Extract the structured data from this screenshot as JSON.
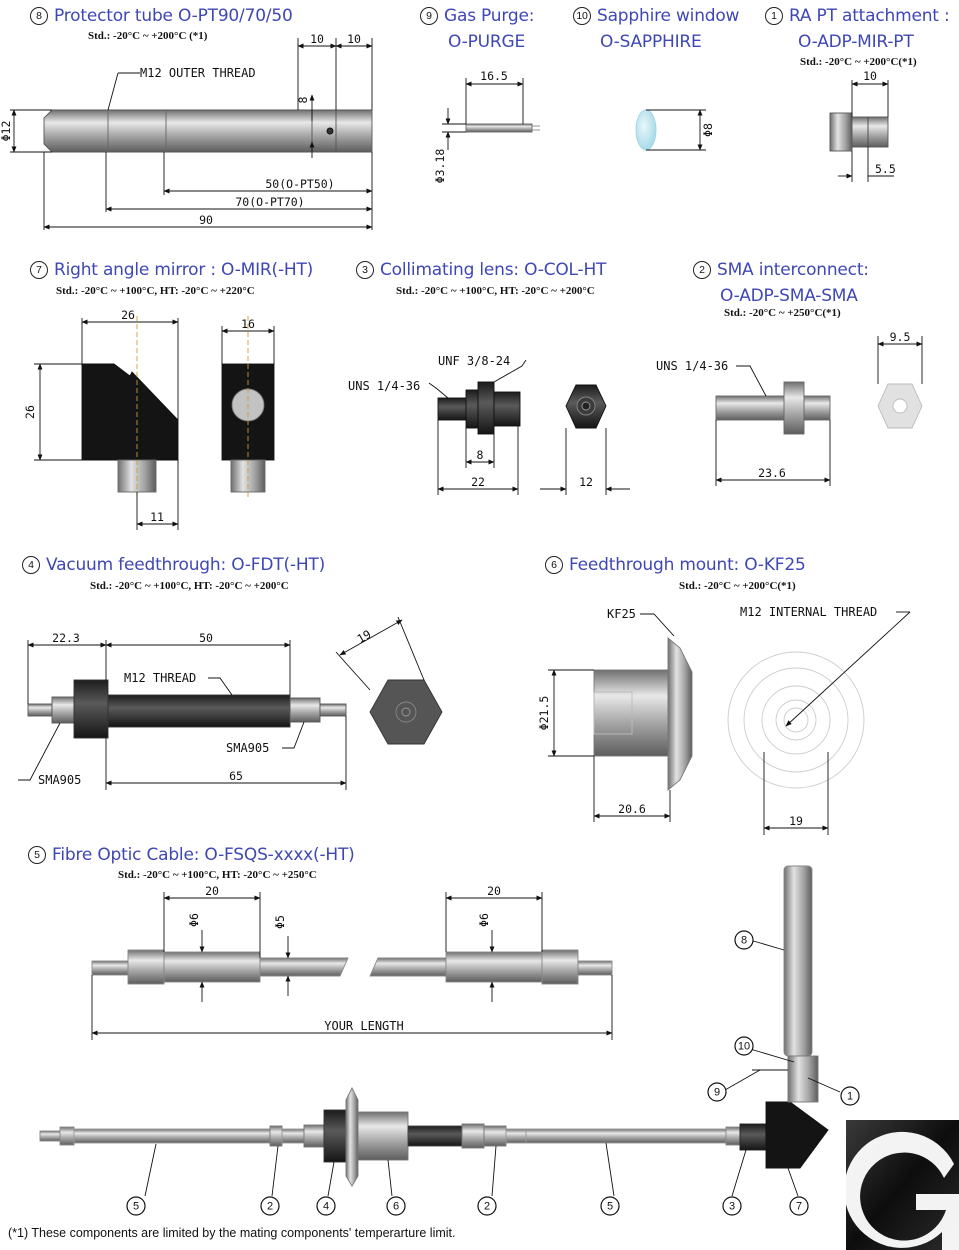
{
  "components": {
    "protector_tube": {
      "num": "8",
      "title": "Protector tube  O-PT90/70/50",
      "spec": "Std.: -20°C ~ +200°C (*1)",
      "dims": {
        "d12": "Φ12",
        "t1": "10",
        "t2": "10",
        "eight": "8",
        "l50": "50(O-PT50)",
        "l70": "70(O-PT70)",
        "l90": "90"
      },
      "label": "M12 OUTER THREAD"
    },
    "gas_purge": {
      "num": "9",
      "title": "Gas Purge:",
      "title2": "O-PURGE",
      "dims": {
        "len": "16.5",
        "d": "Φ3.18"
      }
    },
    "sapphire": {
      "num": "10",
      "title": "Sapphire window",
      "title2": "O-SAPPHIRE",
      "dims": {
        "d": "Φ8"
      }
    },
    "ra_pt": {
      "num": "1",
      "title": "RA PT attachment :",
      "title2": "O-ADP-MIR-PT",
      "spec": "Std.: -20°C ~ +200°C(*1)",
      "dims": {
        "a": "10",
        "b": "5.5"
      }
    },
    "mirror": {
      "num": "7",
      "title": "Right angle mirror :  O-MIR(-HT)",
      "spec": "Std.: -20°C ~ +100°C, HT: -20°C ~ +220°C",
      "dims": {
        "w": "26",
        "h": "26",
        "w2": "16",
        "b": "11"
      }
    },
    "lens": {
      "num": "3",
      "title": "Collimating lens:  O-COL-HT",
      "spec": "Std.: -20°C ~ +100°C, HT: -20°C ~ +200°C",
      "labels": {
        "unf": "UNF 3/8-24",
        "uns": "UNS 1/4-36"
      },
      "dims": {
        "a": "8",
        "b": "22",
        "c": "12"
      }
    },
    "sma": {
      "num": "2",
      "title": "SMA interconnect:",
      "title2": "O-ADP-SMA-SMA",
      "spec": "Std.: -20°C ~ +250°C(*1)",
      "labels": {
        "uns": "UNS 1/4-36"
      },
      "dims": {
        "a": "9.5",
        "b": "23.6"
      }
    },
    "vacuum": {
      "num": "4",
      "title": "Vacuum feedthrough: O-FDT(-HT)",
      "spec": "Std.: -20°C ~ +100°C, HT: -20°C ~ +200°C",
      "labels": {
        "m12": "M12 THREAD",
        "sma1": "SMA905",
        "sma2": "SMA905"
      },
      "dims": {
        "a": "22.3",
        "b": "50",
        "c": "19",
        "d": "65"
      }
    },
    "kf25": {
      "num": "6",
      "title": "Feedthrough mount: O-KF25",
      "spec": "Std.: -20°C ~ +200°C(*1)",
      "labels": {
        "kf": "KF25",
        "m12": "M12 INTERNAL THREAD"
      },
      "dims": {
        "d": "Φ21.5",
        "a": "20.6",
        "b": "19"
      }
    },
    "cable": {
      "num": "5",
      "title": "Fibre Optic Cable: O-FSQS-xxxx(-HT)",
      "spec": "Std.: -20°C ~ +100°C, HT: -20°C ~ +250°C",
      "dims": {
        "a": "20",
        "b": "Φ6",
        "c": "Φ5",
        "d": "20",
        "e": "Φ6"
      },
      "label": "YOUR LENGTH"
    }
  },
  "assembly_callouts": [
    "5",
    "2",
    "4",
    "6",
    "2",
    "5",
    "3",
    "7",
    "8",
    "10",
    "9",
    "1"
  ],
  "footnote": "(*1) These components are limited by the mating components' temperarture limit.",
  "colors": {
    "title": "#3f47b5",
    "metal": "#9a9a9a",
    "dark": "#1a1a1a",
    "sapphire": "#bfe6f0"
  }
}
